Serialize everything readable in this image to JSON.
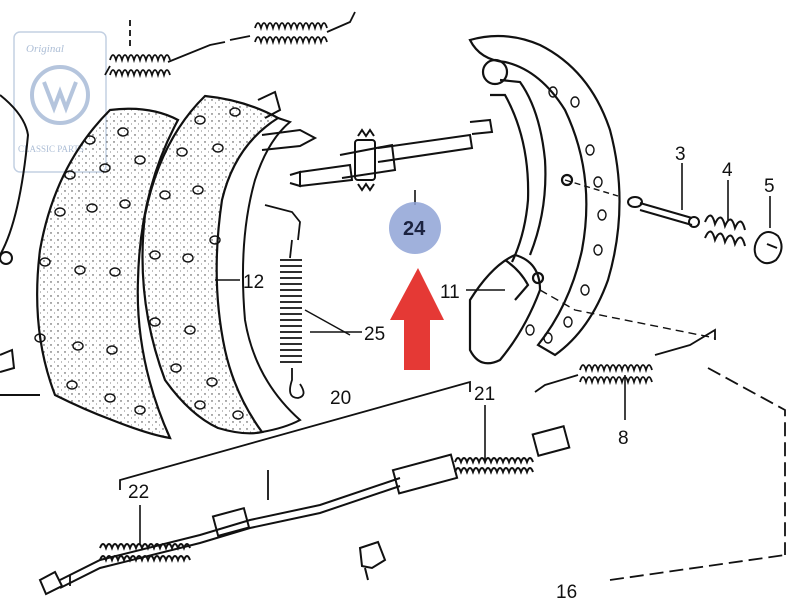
{
  "diagram": {
    "parts": [
      {
        "id": "p3",
        "label": "3"
      },
      {
        "id": "p4",
        "label": "4"
      },
      {
        "id": "p5",
        "label": "5"
      },
      {
        "id": "p8",
        "label": "8"
      },
      {
        "id": "p11",
        "label": "11"
      },
      {
        "id": "p12",
        "label": "12"
      },
      {
        "id": "p16",
        "label": "16"
      },
      {
        "id": "p20",
        "label": "20"
      },
      {
        "id": "p21",
        "label": "21"
      },
      {
        "id": "p22",
        "label": "22"
      },
      {
        "id": "p24",
        "label": "24"
      },
      {
        "id": "p25",
        "label": "25"
      }
    ],
    "highlight": {
      "label": "24",
      "circle_color": "#8fa3d6",
      "arrow_color": "#e53935"
    },
    "logo": {
      "line1": "Original",
      "line2": "CLASSIC PARTS",
      "color": "#a9bcd8"
    },
    "line_color": "#111111"
  }
}
